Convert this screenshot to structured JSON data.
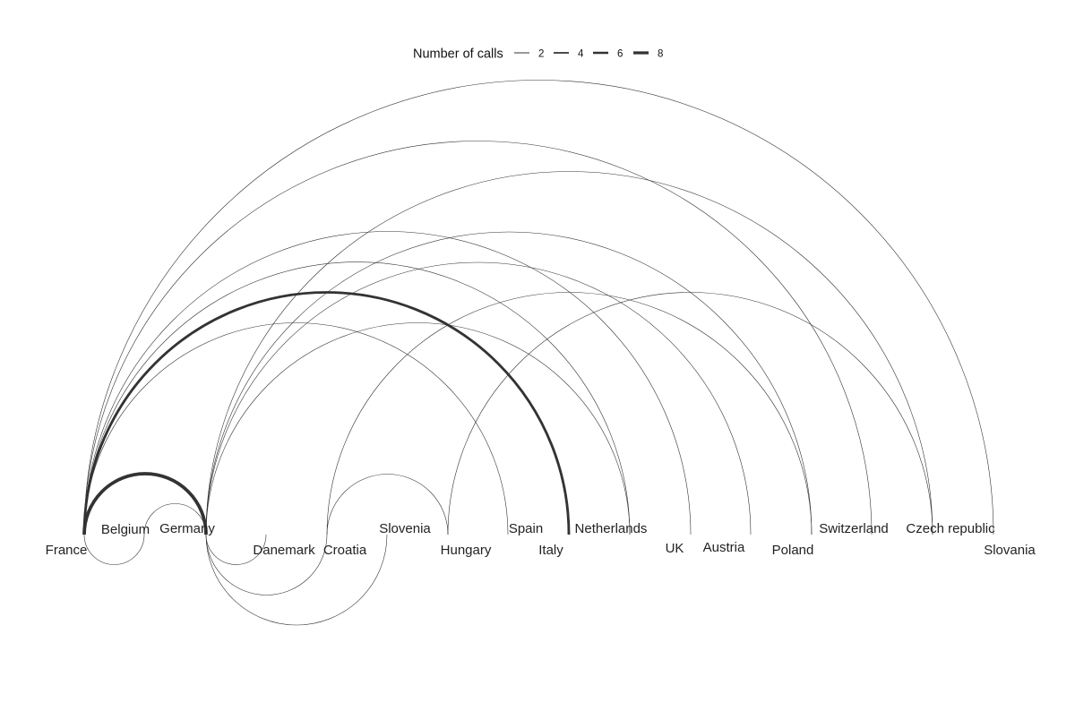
{
  "legend": {
    "title": "Number of calls",
    "keys": [
      {
        "label": "2",
        "value": 2
      },
      {
        "label": "4",
        "value": 4
      },
      {
        "label": "6",
        "value": 6
      },
      {
        "label": "8",
        "value": 8
      }
    ]
  },
  "nodes": [
    {
      "id": "france",
      "label": "France"
    },
    {
      "id": "belgium",
      "label": "Belgium"
    },
    {
      "id": "germany",
      "label": "Germany"
    },
    {
      "id": "danemark",
      "label": "Danemark"
    },
    {
      "id": "croatia",
      "label": "Croatia"
    },
    {
      "id": "slovenia",
      "label": "Slovenia"
    },
    {
      "id": "hungary",
      "label": "Hungary"
    },
    {
      "id": "spain",
      "label": "Spain"
    },
    {
      "id": "italy",
      "label": "Italy"
    },
    {
      "id": "netherlands",
      "label": "Netherlands"
    },
    {
      "id": "uk",
      "label": "UK"
    },
    {
      "id": "austria",
      "label": "Austria"
    },
    {
      "id": "poland",
      "label": "Poland"
    },
    {
      "id": "switzerland",
      "label": "Switzerland"
    },
    {
      "id": "czech",
      "label": "Czech republic"
    },
    {
      "id": "slovania",
      "label": "Slovania"
    }
  ],
  "links": [
    {
      "source": "france",
      "target": "germany",
      "calls": 8
    },
    {
      "source": "france",
      "target": "belgium",
      "calls": 1
    },
    {
      "source": "belgium",
      "target": "germany",
      "calls": 1
    },
    {
      "source": "france",
      "target": "italy",
      "calls": 6
    },
    {
      "source": "france",
      "target": "spain",
      "calls": 1
    },
    {
      "source": "france",
      "target": "netherlands",
      "calls": 1
    },
    {
      "source": "france",
      "target": "uk",
      "calls": 1
    },
    {
      "source": "france",
      "target": "switzerland",
      "calls": 1
    },
    {
      "source": "france",
      "target": "slovania",
      "calls": 1
    },
    {
      "source": "germany",
      "target": "danemark",
      "calls": 1
    },
    {
      "source": "germany",
      "target": "croatia",
      "calls": 1
    },
    {
      "source": "germany",
      "target": "slovenia",
      "calls": 1
    },
    {
      "source": "germany",
      "target": "netherlands",
      "calls": 1
    },
    {
      "source": "germany",
      "target": "austria",
      "calls": 1
    },
    {
      "source": "germany",
      "target": "poland",
      "calls": 1
    },
    {
      "source": "germany",
      "target": "czech",
      "calls": 1
    },
    {
      "source": "croatia",
      "target": "hungary",
      "calls": 1
    },
    {
      "source": "croatia",
      "target": "poland",
      "calls": 1
    },
    {
      "source": "hungary",
      "target": "czech",
      "calls": 1
    }
  ]
}
